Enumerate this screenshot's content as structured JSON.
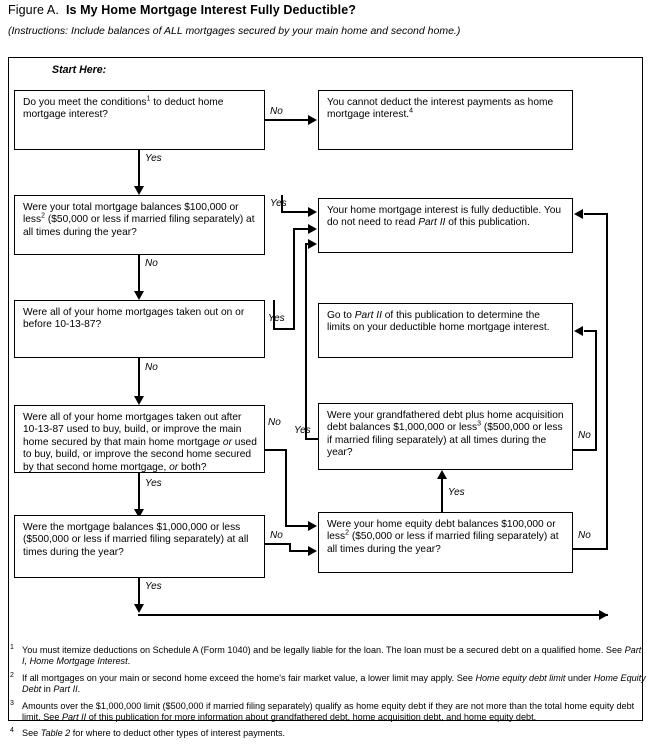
{
  "figure": {
    "label": "Figure A.",
    "title": "Is My Home Mortgage Interest Fully Deductible?",
    "instructions": "(Instructions: Include balances of ALL mortgages secured by your main home and second home.)",
    "start_label": "Start Here:"
  },
  "boxes": {
    "q1": "Do you meet the conditions¹ to deduct home mortgage interest?",
    "r1": "You cannot deduct the interest payments as home mortgage interest.⁴",
    "q2": "Were your total mortgage balances $100,000 or less² ($50,000 or less if married filing separately) at all times during the year?",
    "r2": "Your home mortgage interest is fully deductible. You do not need to read Part II of this publication.",
    "q3": "Were all of your home mortgages taken out on or before 10-13-87?",
    "r3": "Go to Part II of this publication to determine the limits on your deductible home mortgage interest.",
    "q4": "Were all of your home mortgages taken out after 10-13-87 used to buy, build, or improve the main home secured by that main home mortgage or used to buy, build, or improve the second home secured by that second home mortgage, or both?",
    "q5": "Were your grandfathered debt plus home acquisition debt balances $1,000,000 or less³ ($500,000 or less if married filing separately) at all times during the year?",
    "q6": "Were the mortgage balances $1,000,000 or less ($500,000 or less if married filing separately) at all times during the year?",
    "q7": "Were your home equity debt balances $100,000 or less² ($50,000 or less if married filing separately) at all times during the year?"
  },
  "edges": {
    "q1_no": "No",
    "q1_yes": "Yes",
    "q2_yes": "Yes",
    "q2_no": "No",
    "q3_yes": "Yes",
    "q3_no": "No",
    "q4_no": "No",
    "q4_yes_right": "Yes",
    "q4_yes_down": "Yes",
    "q5_no": "No",
    "q6_no": "No",
    "q6_yes": "Yes",
    "q7_no": "No",
    "q7_yes": "Yes"
  },
  "footnotes": [
    {
      "num": "1",
      "parts": [
        {
          "t": "You must itemize deductions on Schedule A (Form 1040) and be legally liable for the loan. The loan must be a secured debt on a qualified home. See ",
          "i": false
        },
        {
          "t": "Part I, Home Mortgage Interest",
          "i": true
        },
        {
          "t": ".",
          "i": false
        }
      ]
    },
    {
      "num": "2",
      "parts": [
        {
          "t": "If all mortgages on your main or second home exceed the home's fair market value, a lower limit may apply. See ",
          "i": false
        },
        {
          "t": "Home equity debt limit",
          "i": true
        },
        {
          "t": " under ",
          "i": false
        },
        {
          "t": "Home Equity Debt",
          "i": true
        },
        {
          "t": " in ",
          "i": false
        },
        {
          "t": "Part II",
          "i": true
        },
        {
          "t": ".",
          "i": false
        }
      ]
    },
    {
      "num": "3",
      "parts": [
        {
          "t": "Amounts over the $1,000,000 limit ($500,000 if married filing separately) qualify as home equity debt if they are not more than the total home equity debt limit. See ",
          "i": false
        },
        {
          "t": "Part II",
          "i": true
        },
        {
          "t": " of this publication for more information about grandfathered debt, home acquisition debt, and home equity debt.",
          "i": false
        }
      ]
    },
    {
      "num": "4",
      "parts": [
        {
          "t": "See ",
          "i": false
        },
        {
          "t": "Table 2",
          "i": true
        },
        {
          "t": " for where to deduct other types of interest payments.",
          "i": false
        }
      ]
    }
  ]
}
